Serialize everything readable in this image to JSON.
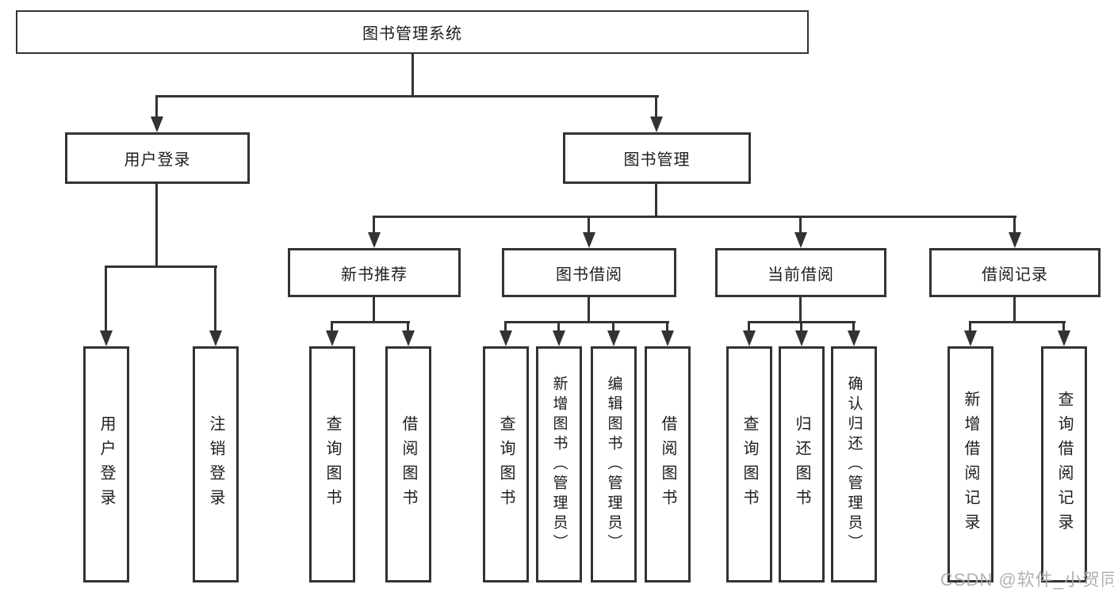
{
  "diagram": {
    "root": {
      "label": "图书管理系统"
    },
    "level2": [
      {
        "label": "用户登录"
      },
      {
        "label": "图书管理"
      }
    ],
    "level3": [
      {
        "label": "新书推荐"
      },
      {
        "label": "图书借阅"
      },
      {
        "label": "当前借阅"
      },
      {
        "label": "借阅记录"
      }
    ],
    "leaves": {
      "user": [
        "用户登录",
        "注销登录"
      ],
      "newbook": [
        "查询图书",
        "借阅图书"
      ],
      "borrow": [
        "查询图书",
        "新增图书（管理员）",
        "编辑图书（管理员）",
        "借阅图书"
      ],
      "current": [
        "查询图书",
        "归还图书",
        "确认归还（管理员）"
      ],
      "records": [
        "新增借阅记录",
        "查询借阅记录"
      ]
    }
  },
  "watermark": {
    "text": "CSDN @软件_小贺同学"
  },
  "colors": {
    "line": "#333333",
    "text": "#1d1d1d",
    "background": "#ffffff",
    "watermark": "#aaaaaa"
  }
}
